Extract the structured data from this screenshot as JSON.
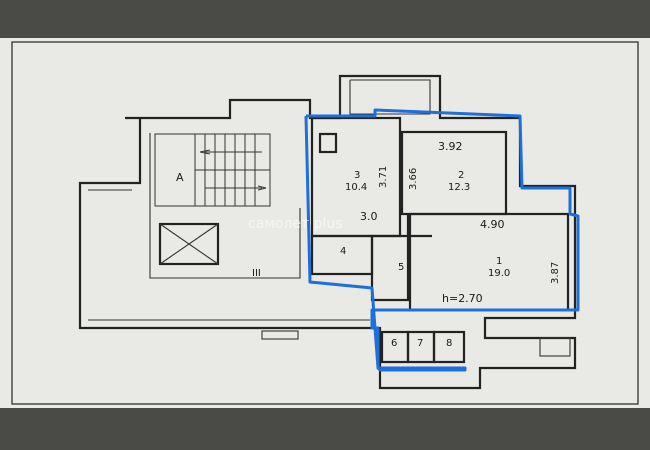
{
  "plan": {
    "rooms": [
      {
        "number": "1",
        "area": "19.0"
      },
      {
        "number": "2",
        "area": "12.3"
      },
      {
        "number": "3",
        "area": "10.4"
      },
      {
        "number": "4"
      },
      {
        "number": "5"
      },
      {
        "number": "6"
      },
      {
        "number": "7"
      },
      {
        "number": "8"
      }
    ],
    "dimensions": {
      "room2_width": "3.92",
      "room2_depth": "3.66",
      "room3_depth": "3.71",
      "room3_width": "3.0",
      "room1_width": "4.90",
      "room1_depth": "3.87"
    },
    "ceiling_height": "h=2.70",
    "common_areas": {
      "stair_label": "A",
      "hall_label": "III"
    },
    "watermark": "самолет plus",
    "highlight_color": "#1e6fd9"
  }
}
